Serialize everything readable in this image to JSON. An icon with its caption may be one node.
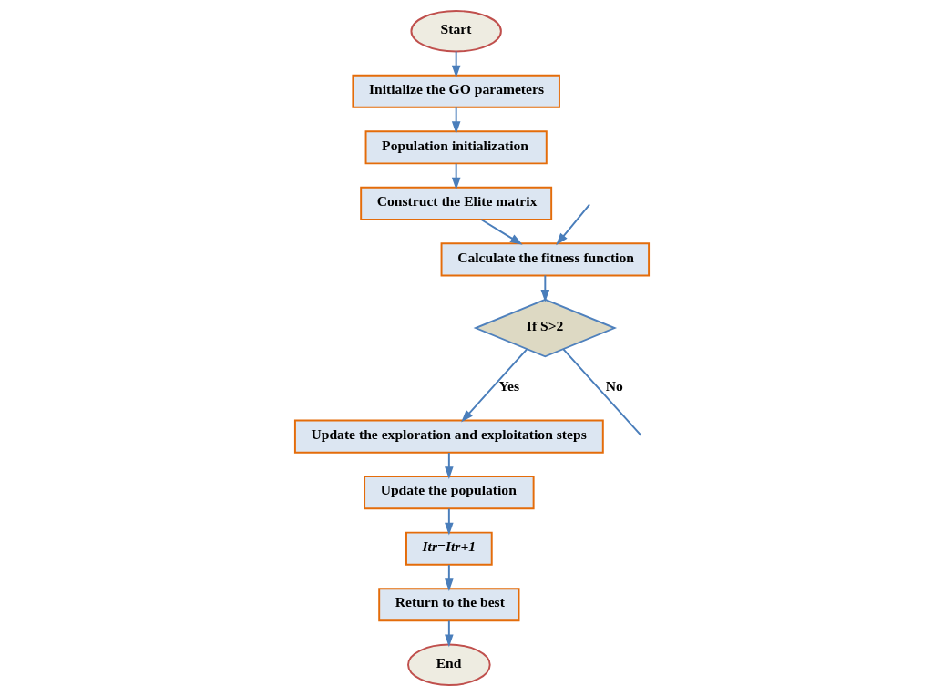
{
  "diagram": {
    "nodes": [
      {
        "text": [
          "Start"
        ]
      },
      {
        "text": [
          "Initialize the GO parameters"
        ]
      },
      {
        "text": [
          "Population initialization"
        ]
      },
      {
        "text": [
          "Construct the Elite matrix"
        ]
      },
      {
        "text": [
          "Calculate the fitness function"
        ]
      },
      {
        "text": [
          "If S>2"
        ]
      },
      {
        "text": [
          "Update the exploration and exploitation steps"
        ]
      },
      {
        "text": [
          "Update the population"
        ]
      },
      {
        "text": [
          "Itr=Itr+1"
        ]
      },
      {
        "text": [
          "Return to the best"
        ]
      },
      {
        "text": [
          "End"
        ]
      }
    ],
    "edges": [
      {
        "from": 0,
        "to": 1,
        "arrow": "to"
      },
      {
        "from": 1,
        "to": 2,
        "arrow": "to"
      },
      {
        "from": 2,
        "to": 3,
        "arrow": "to"
      },
      {
        "from": 3,
        "to": 4,
        "arrow": "to"
      },
      {
        "from": null,
        "to": 4,
        "arrow": "to"
      },
      {
        "from": 4,
        "to": 5,
        "arrow": "to"
      },
      {
        "from": 5,
        "to": null,
        "arrow": "none",
        "label": "No"
      },
      {
        "from": 5,
        "to": 6,
        "arrow": "to",
        "label": "Yes"
      },
      {
        "from": 6,
        "to": 7,
        "arrow": "to"
      },
      {
        "from": 7,
        "to": 8,
        "arrow": "to"
      },
      {
        "from": 8,
        "to": 9,
        "arrow": "to"
      },
      {
        "from": 9,
        "to": 10,
        "arrow": "to"
      }
    ]
  }
}
